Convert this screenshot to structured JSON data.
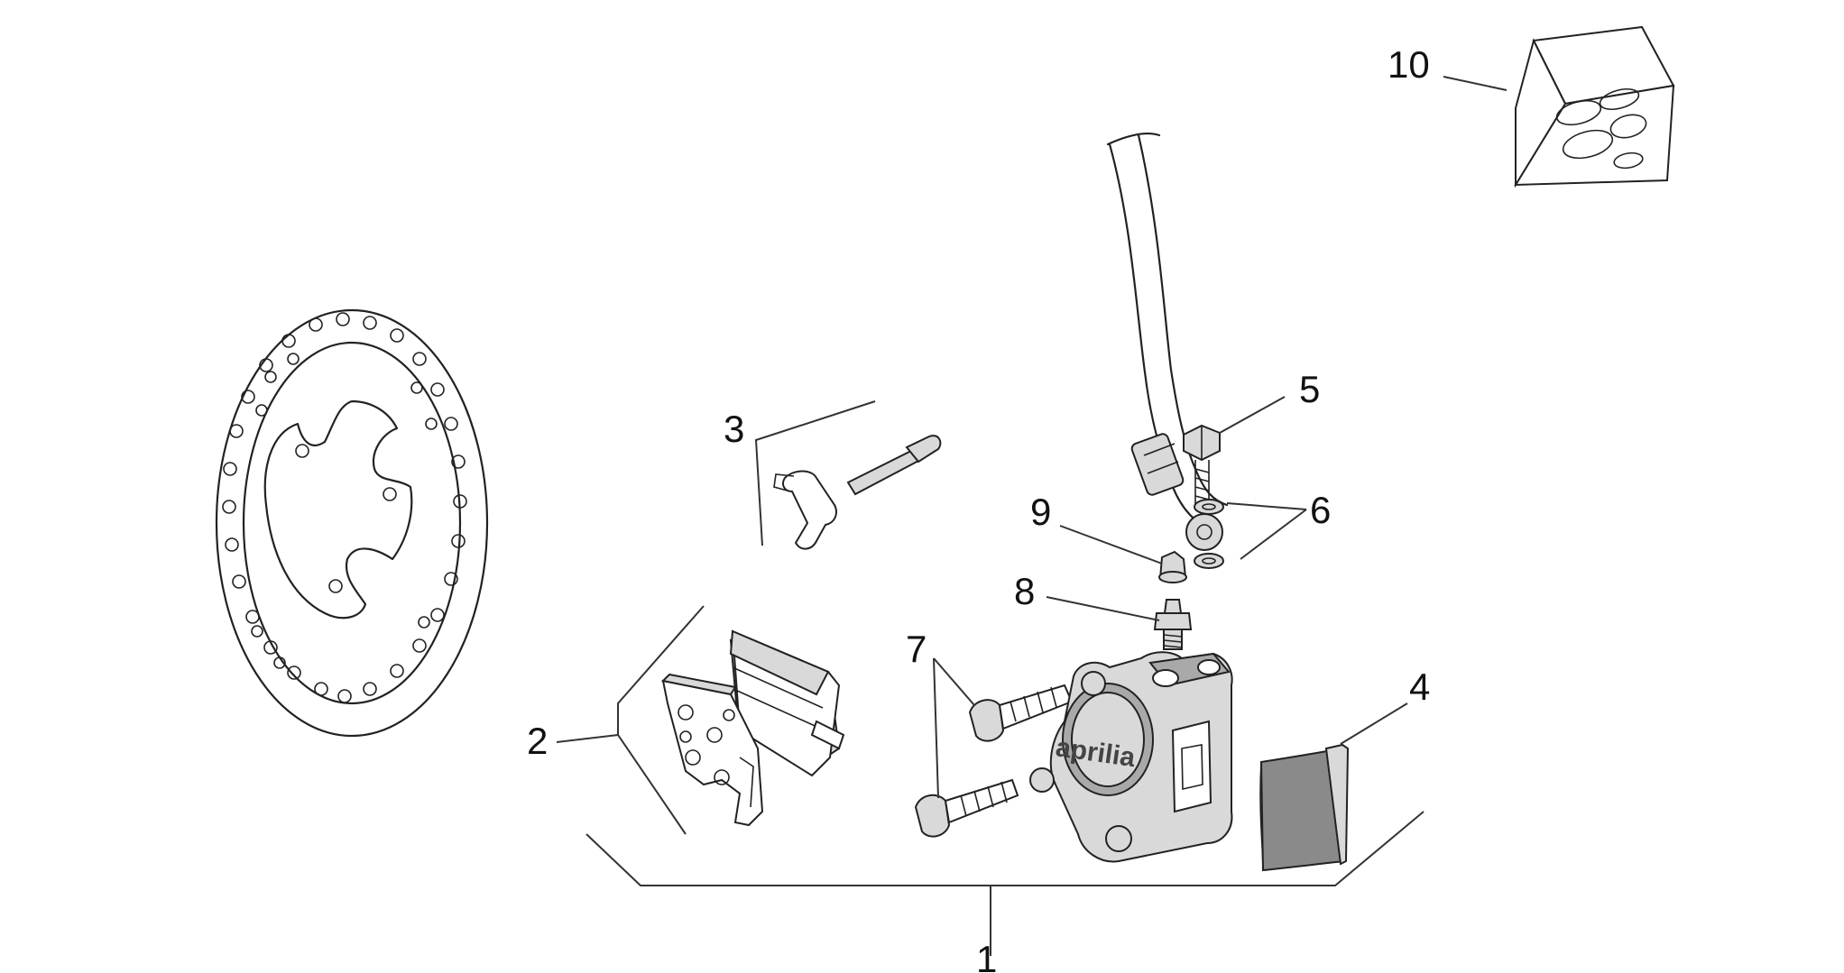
{
  "diagram": {
    "callouts": [
      {
        "id": "1",
        "label": "1"
      },
      {
        "id": "2",
        "label": "2"
      },
      {
        "id": "3",
        "label": "3"
      },
      {
        "id": "4",
        "label": "4"
      },
      {
        "id": "5",
        "label": "5"
      },
      {
        "id": "6",
        "label": "6"
      },
      {
        "id": "7",
        "label": "7"
      },
      {
        "id": "8",
        "label": "8"
      },
      {
        "id": "9",
        "label": "9"
      },
      {
        "id": "10",
        "label": "10"
      }
    ],
    "caliper_logo": "aprilia"
  }
}
